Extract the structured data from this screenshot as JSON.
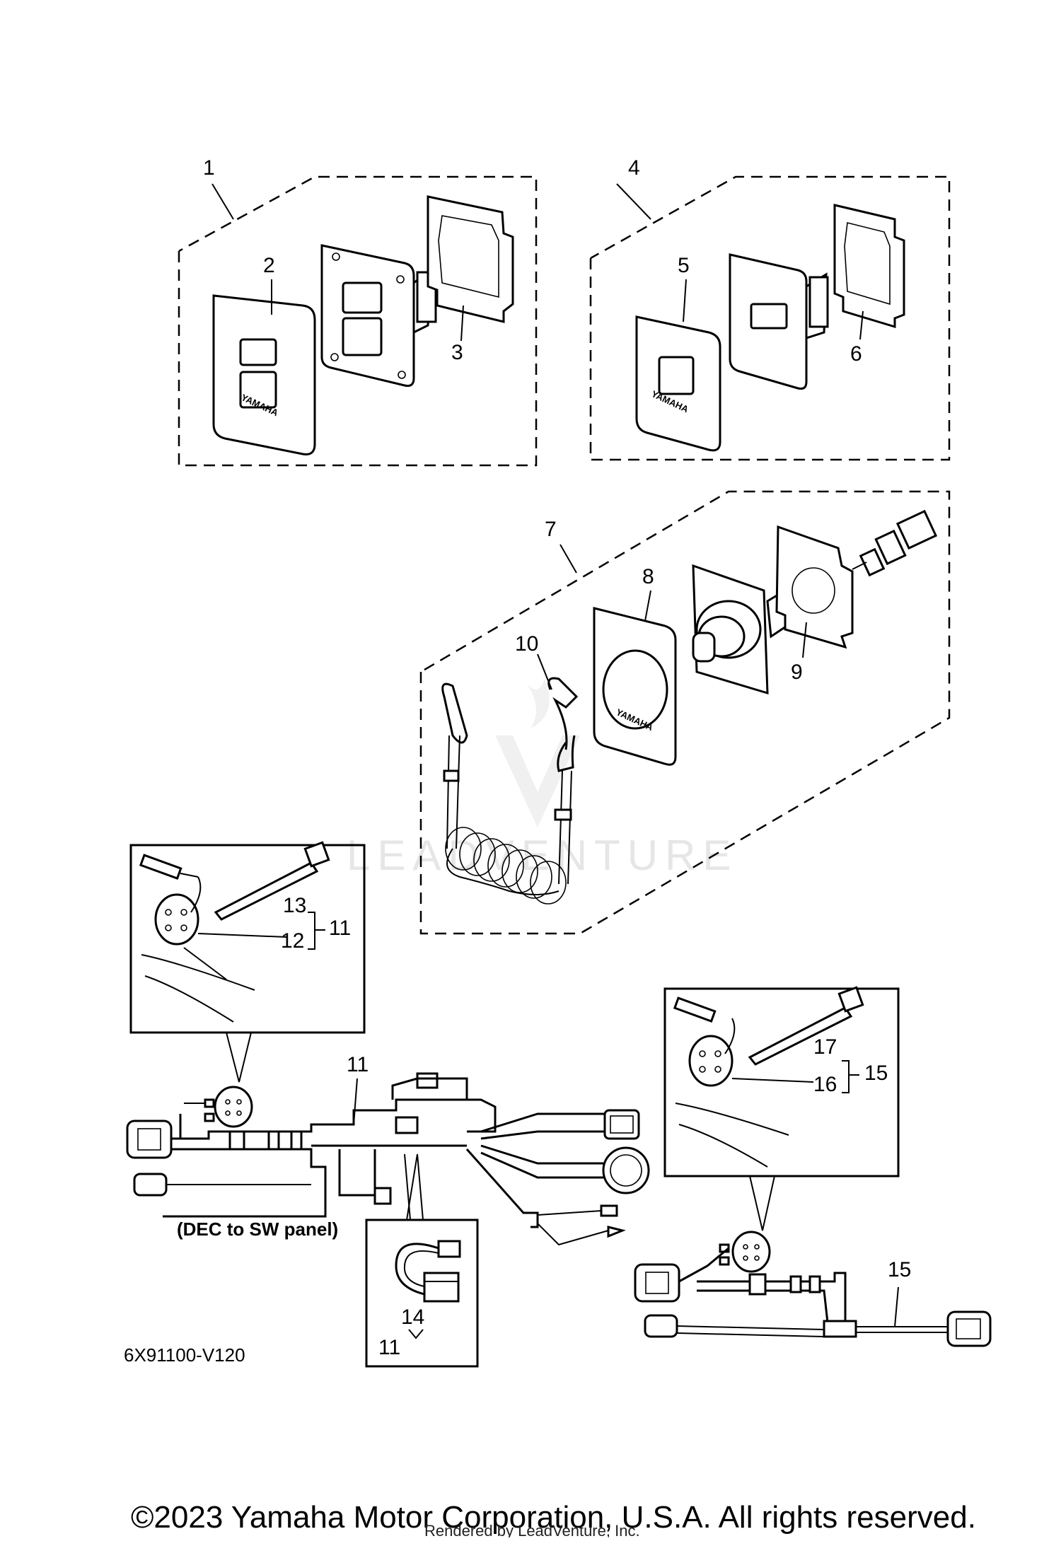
{
  "diagram": {
    "part_numbers": {
      "p1": "1",
      "p2": "2",
      "p3": "3",
      "p4": "4",
      "p5": "5",
      "p6": "6",
      "p7": "7",
      "p8": "8",
      "p9": "9",
      "p10": "10",
      "p11a": "11",
      "p11b": "11",
      "p11c": "11",
      "p12": "12",
      "p13": "13",
      "p14": "14",
      "p15a": "15",
      "p15b": "15",
      "p16": "16",
      "p17": "17"
    },
    "panel_brand_a": "YAMAHA",
    "panel_brand_b": "YAMAHA",
    "panel_brand_c": "YAMAHA",
    "note_dec": "(DEC to SW panel)",
    "diagram_code": "6X91100-V120",
    "watermark": "LEADVENTURE"
  },
  "footer": {
    "copyright": "©2023 Yamaha Motor Corporation, U.S.A. All rights reserved.",
    "rendered_by": "Rendered by LeadVenture, Inc."
  }
}
